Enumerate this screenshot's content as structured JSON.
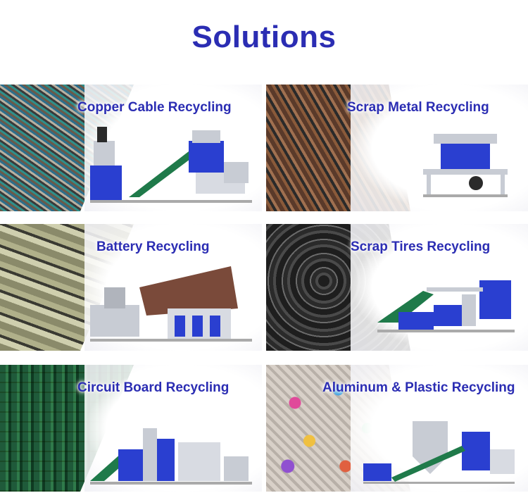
{
  "page": {
    "title": "Solutions"
  },
  "colors": {
    "accent": "#2b2db3",
    "machine_blue": "#2a3fd0",
    "machine_steel": "#c8ccd4"
  },
  "solutions": [
    {
      "label": "Copper Cable Recycling",
      "photo_icon": "copper-cable-photo",
      "machine_icon": "cable-shredder-machine"
    },
    {
      "label": "Scrap Metal Recycling",
      "photo_icon": "scrap-metal-photo",
      "machine_icon": "metal-shredder-machine"
    },
    {
      "label": "Battery Recycling",
      "photo_icon": "battery-photo",
      "machine_icon": "battery-plant-machine"
    },
    {
      "label": "Scrap Tires Recycling",
      "photo_icon": "tires-photo",
      "machine_icon": "tire-line-machine"
    },
    {
      "label": "Circuit Board Recycling",
      "photo_icon": "circuit-board-photo",
      "machine_icon": "pcb-line-machine"
    },
    {
      "label": "Aluminum & Plastic Recycling",
      "photo_icon": "plastic-flakes-photo",
      "machine_icon": "separator-silo-machine"
    }
  ]
}
